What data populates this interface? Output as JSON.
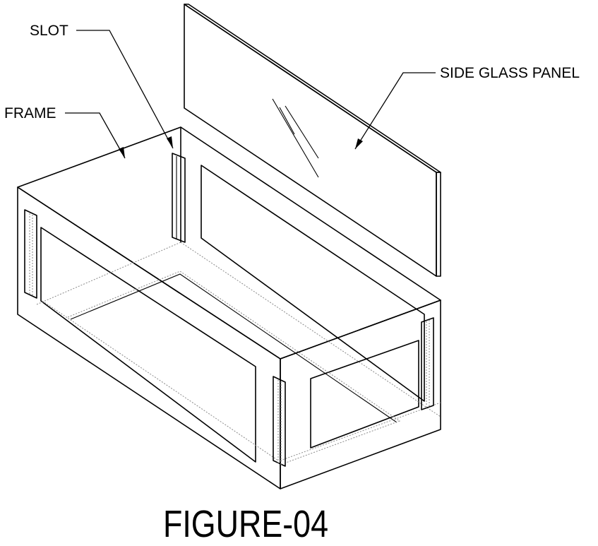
{
  "labels": {
    "slot": "SLOT",
    "frame": "FRAME",
    "side_glass_panel": "SIDE GLASS PANEL"
  },
  "caption": "FIGURE-04",
  "colors": {
    "line": "#000000",
    "hidden_line": "#8a8a8a",
    "background": "#ffffff"
  }
}
